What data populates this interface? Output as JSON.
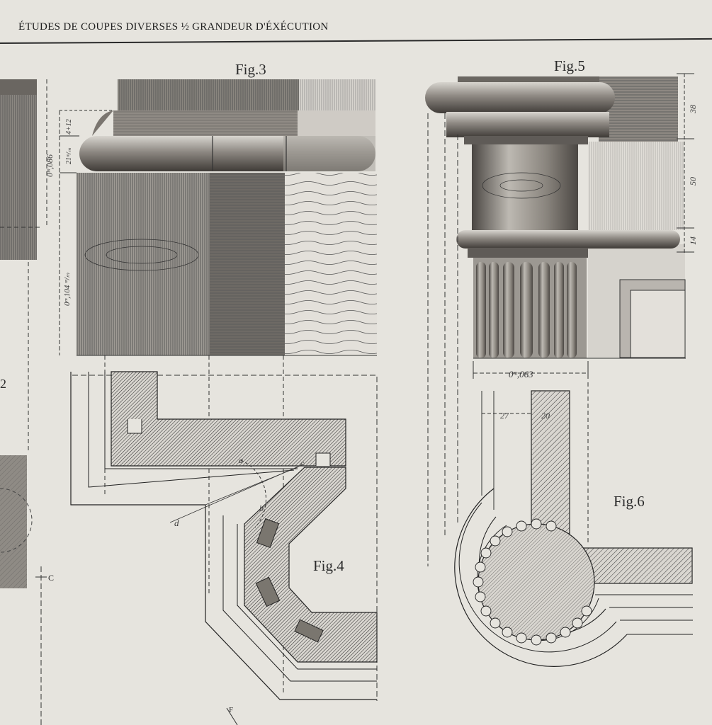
{
  "header": {
    "title": "ÉTUDES DE COUPES DIVERSES ½ GRANDEUR D'ÉXÉCUTION"
  },
  "figures": {
    "fig3": "Fig.3",
    "fig4": "Fig.4",
    "fig5": "Fig.5",
    "fig6": "Fig.6",
    "fig_left_number": "2"
  },
  "dimensions": {
    "fig3_total": "0ᵐ,086",
    "fig3_lower": "0ᵐ,104 ᵐ/ₘ",
    "fig3_mid": "21ᵐ/ₘ",
    "fig3_top": "4+12",
    "fig5_top": "38",
    "fig5_mid": "50",
    "fig5_bottom": "14",
    "fig6_width": "0ᵐ,063",
    "fig6_left": "27",
    "fig6_right": "20"
  },
  "markers": {
    "a": "a",
    "b": "b",
    "c": "c",
    "d": "d",
    "C": "C",
    "F": "F"
  },
  "colors": {
    "paper": "#e6e4de",
    "ink": "#2b2b2b",
    "wood_dark": "#6c6762",
    "wood_mid": "#9b968f",
    "wood_light": "#c9c6c0"
  }
}
